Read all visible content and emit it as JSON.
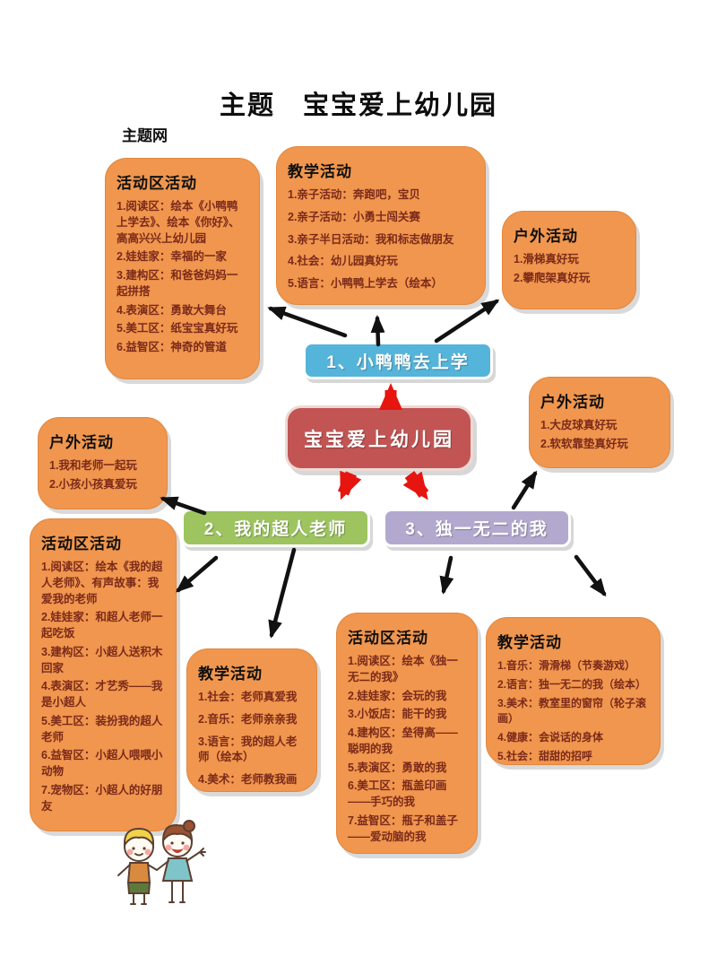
{
  "page": {
    "title": "主题　宝宝爱上幼儿园",
    "network_label": "主题网"
  },
  "center": {
    "label": "宝宝爱上幼儿园",
    "color": "#C25454"
  },
  "branch1": {
    "label": "1、小鸭鸭去上学",
    "color": "#55B4D9"
  },
  "branch2": {
    "label": "2、我的超人老师",
    "color": "#9DC45F"
  },
  "branch3": {
    "label": "3、独一无二的我",
    "color": "#B3A9CF"
  },
  "box_area1": {
    "title": "活动区活动",
    "items": [
      "1.阅读区：绘本《小鸭鸭上学去》、绘本《你好》、高高兴兴上幼儿园",
      "2.娃娃家：幸福的一家",
      "3.建构区：和爸爸妈妈一起拼搭",
      "4.表演区：勇敢大舞台",
      "5.美工区：纸宝宝真好玩",
      "6.益智区：神奇的管道"
    ]
  },
  "box_teach1": {
    "title": "教学活动",
    "items": [
      "1.亲子活动：奔跑吧，宝贝",
      "2.亲子活动：小勇士闯关赛",
      "3.亲子半日活动：我和标志做朋友",
      "4.社会：幼儿园真好玩",
      "5.语言：小鸭鸭上学去（绘本）"
    ]
  },
  "box_outdoor1": {
    "title": "户外活动",
    "items": [
      "1.滑梯真好玩",
      "2.攀爬架真好玩"
    ]
  },
  "box_outdoor2": {
    "title": "户外活动",
    "items": [
      "1.大皮球真好玩",
      "2.软软靠垫真好玩"
    ]
  },
  "box_outdoor3": {
    "title": "户外活动",
    "items": [
      "1.我和老师一起玩",
      "2.小孩小孩真爱玩"
    ]
  },
  "box_area2": {
    "title": "活动区活动",
    "items": [
      "1.阅读区：绘本《我的超人老师》、有声故事：我爱我的老师",
      "2.娃娃家：和超人老师一起吃饭",
      "3.建构区：小超人送积木回家",
      "4.表演区：才艺秀——我是小超人",
      "5.美工区：装扮我的超人老师",
      "6.益智区：小超人喂喂小动物",
      "7.宠物区：小超人的好朋友"
    ]
  },
  "box_teach2": {
    "title": "教学活动",
    "items": [
      "1.社会：老师真爱我",
      "2.音乐：老师亲亲我",
      "3.语言：我的超人老师（绘本）",
      "4.美术：老师教我画"
    ]
  },
  "box_area3": {
    "title": "活动区活动",
    "items": [
      "1.阅读区：绘本《独一无二的我》",
      "2.娃娃家：会玩的我",
      "3.小饭店：能干的我",
      "4.建构区：垒得高——聪明的我",
      "5.表演区：勇敢的我",
      "6.美工区：瓶盖印画——手巧的我",
      "7.益智区：瓶子和盖子——爱动脑的我"
    ]
  },
  "box_teach3": {
    "title": "教学活动",
    "items": [
      "1.音乐：滑滑梯（节奏游戏）",
      "2.语言：独一无二的我（绘本）",
      "3.美术：教室里的窗帘（轮子滚画）",
      "4.健康：会说话的身体",
      "5.社会：甜甜的招呼"
    ]
  },
  "colors": {
    "node_orange": "#F0964E",
    "arrow_black": "#111111",
    "arrow_red": "#E6150F",
    "item_text": "#7B2A1A"
  },
  "illustration": "two-children-holding-hands"
}
